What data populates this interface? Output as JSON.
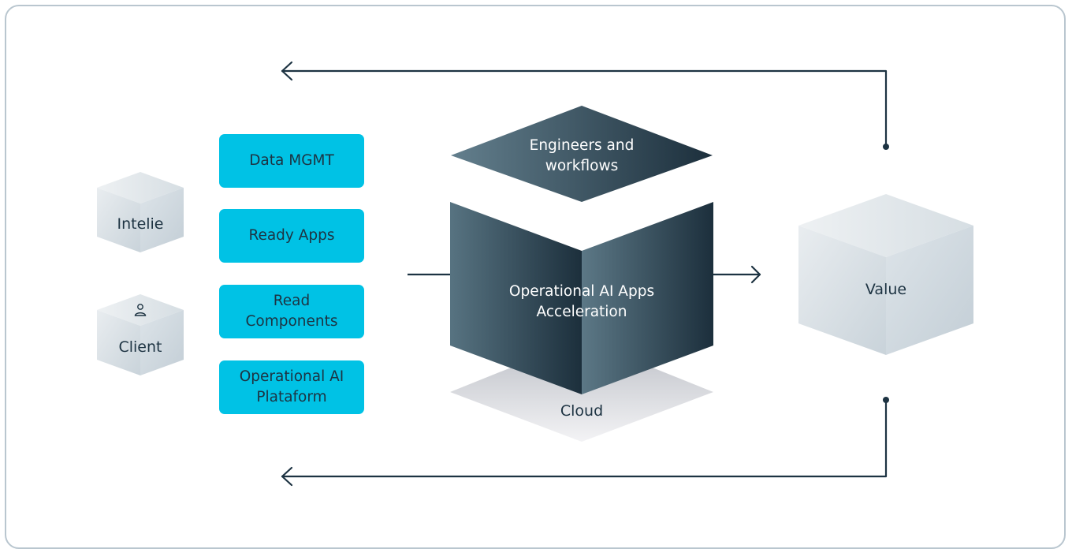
{
  "diagram": {
    "left_cubes": [
      {
        "label": "Intelie",
        "icon": null
      },
      {
        "label": "Client",
        "icon": "user-icon"
      }
    ],
    "components": [
      {
        "label": "Data MGMT"
      },
      {
        "label": "Ready Apps"
      },
      {
        "label": "Read Components"
      },
      {
        "label": "Operational AI Plataform"
      }
    ],
    "top_block": {
      "label": "Engineers and workflows"
    },
    "center_block": {
      "label": "Operational AI Apps Acceleration"
    },
    "base_block": {
      "label": "Cloud"
    },
    "output_cube": {
      "label": "Value"
    },
    "colors": {
      "accent": "#00c2e5",
      "dark_navy": "#1d3342",
      "slate": "#56717f",
      "line": "#1d3342",
      "frame": "#b9c6cf"
    }
  }
}
